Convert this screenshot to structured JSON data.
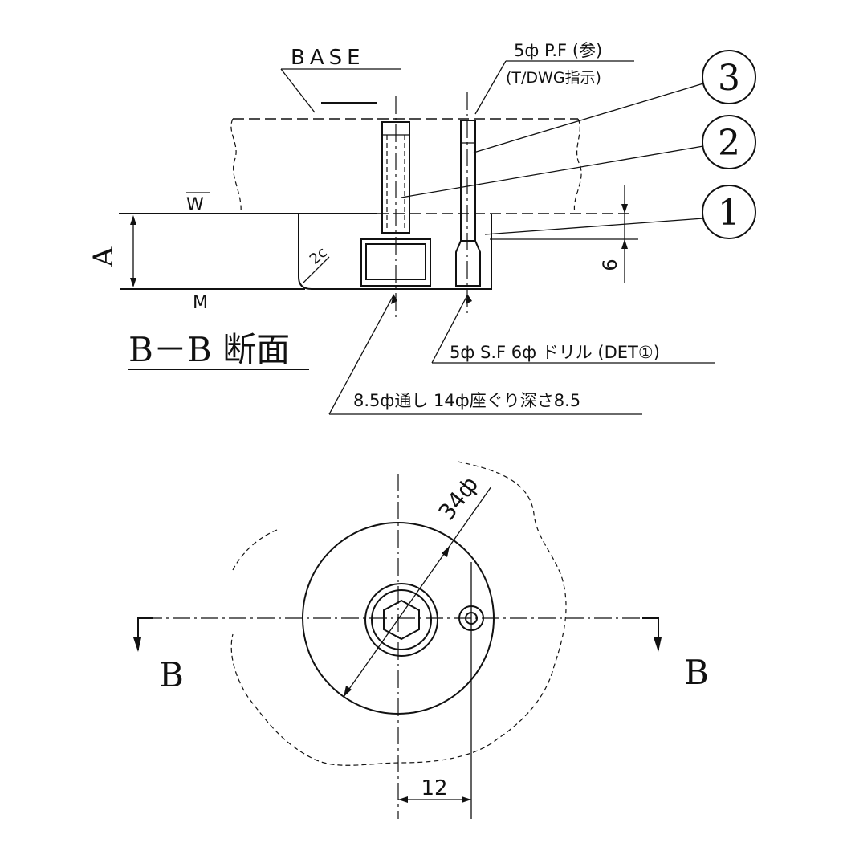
{
  "section": {
    "base_label": "BASE",
    "pin_spec_line1": "5ф P.F (参)",
    "pin_spec_line2": "(T/DWG指示)",
    "w_label": "W",
    "m_label": "M",
    "a_label": "A",
    "chamfer_label": "2c",
    "depth_label": "6",
    "title": "B－B 断面",
    "drill_note": "5ф S.F 6ф ドリル (DET①)",
    "hole_note": "8.5ф通し 14ф座ぐり深さ8.5"
  },
  "balloons": [
    {
      "label": "3"
    },
    {
      "label": "2"
    },
    {
      "label": "1"
    }
  ],
  "plan": {
    "diameter_label": "34ф",
    "spacing_label": "12",
    "section_mark_left": "B",
    "section_mark_right": "B"
  }
}
